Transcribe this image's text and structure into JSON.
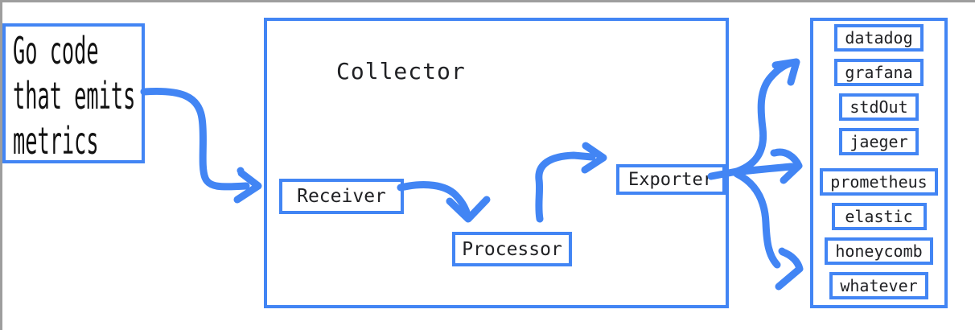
{
  "colors": {
    "accent": "#4285f4",
    "ink": "#202124",
    "frame": "#9e9e9e",
    "source_text": "#111111"
  },
  "source": {
    "lines": [
      "Go code",
      "that emits",
      "metrics"
    ]
  },
  "collector": {
    "title": "Collector",
    "receiver_label": "Receiver",
    "processor_label": "Processor",
    "exporter_label": "Exporter"
  },
  "destinations": [
    "datadog",
    "grafana",
    "stdOut",
    "jaeger",
    "prometheus",
    "elastic",
    "honeycomb",
    "whatever"
  ]
}
